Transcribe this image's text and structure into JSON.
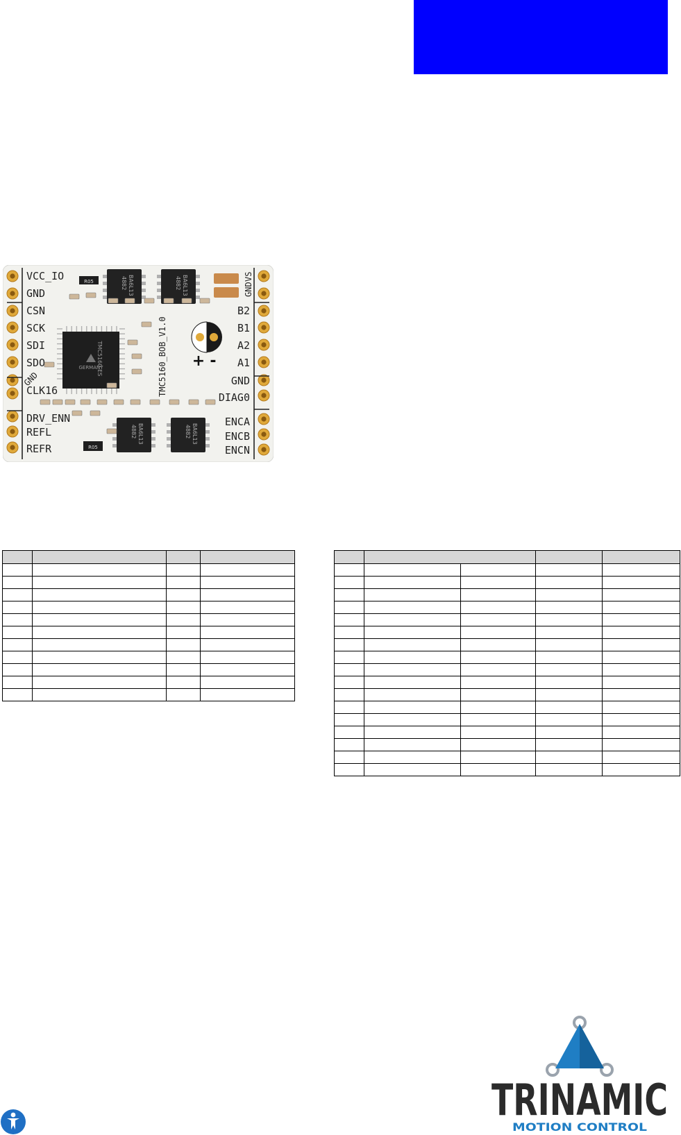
{
  "colors": {
    "banner": "#0000ff",
    "logo_blue": "#1f7ec4",
    "logo_dark": "#2b2b2b"
  },
  "board": {
    "left_pins": [
      "VCC_IO",
      "GND",
      "CSN",
      "SCK",
      "SDI",
      "SDO",
      "GND",
      "CLK16",
      "DRV_ENN",
      "REFL",
      "REFR"
    ],
    "right_pins": [
      "GND",
      "VS",
      "B2",
      "B1",
      "A2",
      "A1",
      "GND",
      "DIAG0",
      "ENCA",
      "ENCB",
      "ENCN"
    ],
    "board_label": "TMC5160_BOB_V1.0",
    "chip_lines": [
      "TMC5160-ES",
      "GERMANY"
    ],
    "driver_marks": [
      "4882",
      "BA6L13"
    ],
    "resistor_marks": [
      "R05",
      "R05"
    ],
    "polarity": [
      "+",
      "-"
    ]
  },
  "tables": {
    "left_rows": 11,
    "right_rows": 17
  },
  "logo": {
    "name": "TRINAMIC",
    "tagline": "MOTION CONTROL"
  },
  "corner_icon": "accessibility-icon"
}
